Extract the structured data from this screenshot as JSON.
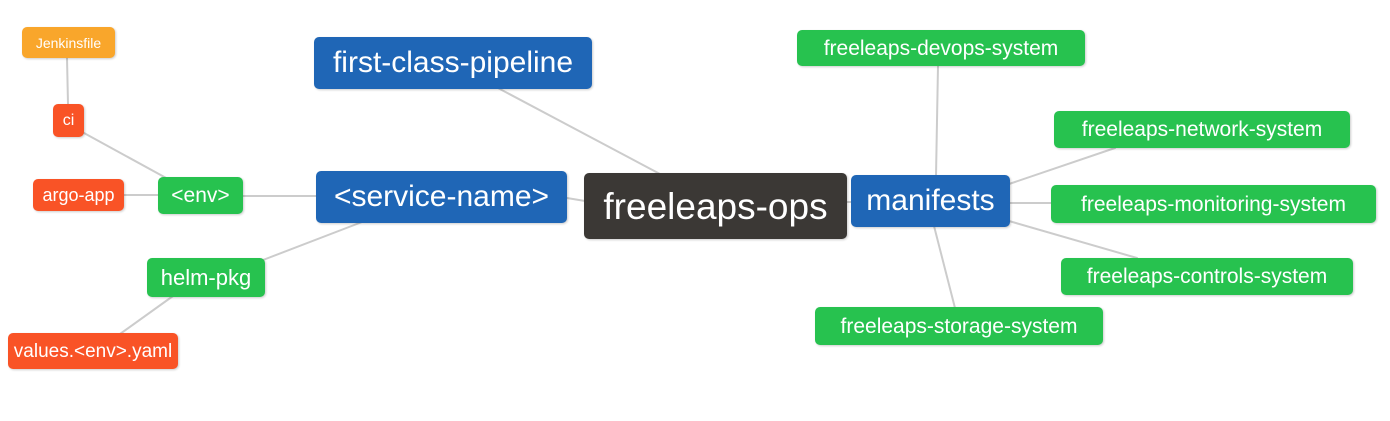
{
  "diagram": {
    "type": "mindmap",
    "colors": {
      "blue": "#1f66b6",
      "dark": "#3b3835",
      "green": "#27c24f",
      "orange": "#f9a62b",
      "red": "#f95326",
      "edge": "#cccccc",
      "text": "#ffffff",
      "background": "#ffffff"
    },
    "nodes": {
      "freeleaps_ops": {
        "label": "freeleaps-ops",
        "color": "dark"
      },
      "first_class_pipeline": {
        "label": "first-class-pipeline",
        "color": "blue"
      },
      "service_name": {
        "label": "<service-name>",
        "color": "blue"
      },
      "manifests": {
        "label": "manifests",
        "color": "blue"
      },
      "env": {
        "label": "<env>",
        "color": "green"
      },
      "helm_pkg": {
        "label": "helm-pkg",
        "color": "green"
      },
      "ci": {
        "label": "ci",
        "color": "red"
      },
      "argo_app": {
        "label": "argo-app",
        "color": "red"
      },
      "jenkinsfile": {
        "label": "Jenkinsfile",
        "color": "orange"
      },
      "values_env_yaml": {
        "label": "values.<env>.yaml",
        "color": "red"
      },
      "devops_system": {
        "label": "freeleaps-devops-system",
        "color": "green"
      },
      "network_system": {
        "label": "freeleaps-network-system",
        "color": "green"
      },
      "monitoring_system": {
        "label": "freeleaps-monitoring-system",
        "color": "green"
      },
      "controls_system": {
        "label": "freeleaps-controls-system",
        "color": "green"
      },
      "storage_system": {
        "label": "freeleaps-storage-system",
        "color": "green"
      }
    },
    "edges": [
      {
        "from": "jenkinsfile",
        "to": "ci"
      },
      {
        "from": "ci",
        "to": "env"
      },
      {
        "from": "argo_app",
        "to": "env"
      },
      {
        "from": "env",
        "to": "service_name"
      },
      {
        "from": "service_name",
        "to": "freeleaps_ops"
      },
      {
        "from": "first_class_pipeline",
        "to": "freeleaps_ops"
      },
      {
        "from": "service_name",
        "to": "helm_pkg"
      },
      {
        "from": "helm_pkg",
        "to": "values_env_yaml"
      },
      {
        "from": "freeleaps_ops",
        "to": "manifests"
      },
      {
        "from": "manifests",
        "to": "devops_system"
      },
      {
        "from": "manifests",
        "to": "network_system"
      },
      {
        "from": "manifests",
        "to": "monitoring_system"
      },
      {
        "from": "manifests",
        "to": "controls_system"
      },
      {
        "from": "manifests",
        "to": "storage_system"
      }
    ]
  }
}
